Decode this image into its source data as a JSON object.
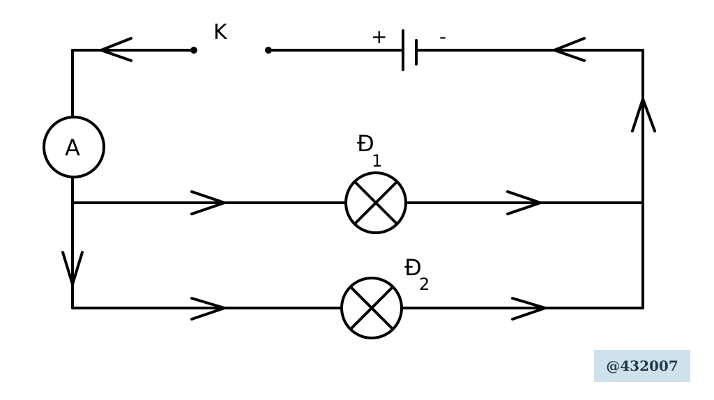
{
  "labels": {
    "switch": "K",
    "battery_plus": "+",
    "battery_minus": "-",
    "ammeter": "A",
    "lamp1_letter": "Đ",
    "lamp1_index": "1",
    "lamp2_letter": "Đ",
    "lamp2_index": "2"
  },
  "watermark": "@432007"
}
